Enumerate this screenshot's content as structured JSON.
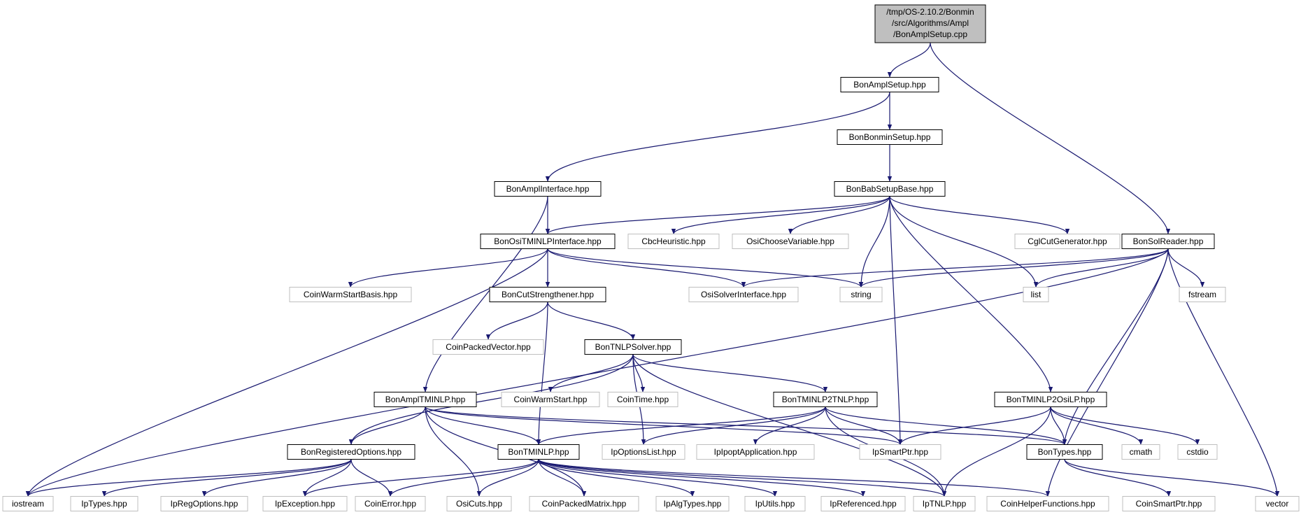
{
  "graph": {
    "root": {
      "lines": [
        "/tmp/OS-2.10.2/Bonmin",
        "/src/Algorithms/Ampl",
        "/BonAmplSetup.cpp"
      ]
    },
    "style": {
      "edge_color": "#191970",
      "root_fill": "#bfbfbf",
      "box_border_dark": "#000000",
      "box_border_light": "#bfbfbf"
    },
    "nodes": [
      {
        "id": "amplsetup",
        "label": "BonAmplSetup.hpp",
        "doc": true
      },
      {
        "id": "bonminsetup",
        "label": "BonBonminSetup.hpp",
        "doc": true
      },
      {
        "id": "amplinterface",
        "label": "BonAmplInterface.hpp",
        "doc": true
      },
      {
        "id": "babsetupbase",
        "label": "BonBabSetupBase.hpp",
        "doc": true
      },
      {
        "id": "ositminlpinterface",
        "label": "BonOsiTMINLPInterface.hpp",
        "doc": true
      },
      {
        "id": "cbcheuristic",
        "label": "CbcHeuristic.hpp",
        "doc": false
      },
      {
        "id": "osichoosevariable",
        "label": "OsiChooseVariable.hpp",
        "doc": false
      },
      {
        "id": "cglcutgenerator",
        "label": "CglCutGenerator.hpp",
        "doc": false
      },
      {
        "id": "solreader",
        "label": "BonSolReader.hpp",
        "doc": true
      },
      {
        "id": "coinwarmstartbasis",
        "label": "CoinWarmStartBasis.hpp",
        "doc": false
      },
      {
        "id": "cutstrengthener",
        "label": "BonCutStrengthener.hpp",
        "doc": true
      },
      {
        "id": "osisolverinterface",
        "label": "OsiSolverInterface.hpp",
        "doc": false
      },
      {
        "id": "string",
        "label": "string",
        "doc": false
      },
      {
        "id": "list",
        "label": "list",
        "doc": false
      },
      {
        "id": "fstream",
        "label": "fstream",
        "doc": false
      },
      {
        "id": "coinpackedvector",
        "label": "CoinPackedVector.hpp",
        "doc": false
      },
      {
        "id": "tnlpsolver",
        "label": "BonTNLPSolver.hpp",
        "doc": true
      },
      {
        "id": "coinwarmstart",
        "label": "CoinWarmStart.hpp",
        "doc": false
      },
      {
        "id": "cointime",
        "label": "CoinTime.hpp",
        "doc": false
      },
      {
        "id": "ampltminlp",
        "label": "BonAmplTMINLP.hpp",
        "doc": true
      },
      {
        "id": "tminlp2tnlp",
        "label": "BonTMINLP2TNLP.hpp",
        "doc": true
      },
      {
        "id": "tminlp2osilp",
        "label": "BonTMINLP2OsiLP.hpp",
        "doc": true
      },
      {
        "id": "registeredoptions",
        "label": "BonRegisteredOptions.hpp",
        "doc": true
      },
      {
        "id": "tminlp",
        "label": "BonTMINLP.hpp",
        "doc": true
      },
      {
        "id": "ipoptionslist",
        "label": "IpOptionsList.hpp",
        "doc": false
      },
      {
        "id": "ipipoptapplication",
        "label": "IpIpoptApplication.hpp",
        "doc": false
      },
      {
        "id": "ipsmartptr",
        "label": "IpSmartPtr.hpp",
        "doc": false
      },
      {
        "id": "bontypes",
        "label": "BonTypes.hpp",
        "doc": true
      },
      {
        "id": "cmath",
        "label": "cmath",
        "doc": false
      },
      {
        "id": "cstdio",
        "label": "cstdio",
        "doc": false
      },
      {
        "id": "iostream",
        "label": "iostream",
        "doc": false
      },
      {
        "id": "iptypes",
        "label": "IpTypes.hpp",
        "doc": false
      },
      {
        "id": "ipregoptions",
        "label": "IpRegOptions.hpp",
        "doc": false
      },
      {
        "id": "ipexception",
        "label": "IpException.hpp",
        "doc": false
      },
      {
        "id": "coinerror",
        "label": "CoinError.hpp",
        "doc": false
      },
      {
        "id": "osicuts",
        "label": "OsiCuts.hpp",
        "doc": false
      },
      {
        "id": "coinpackedmatrix",
        "label": "CoinPackedMatrix.hpp",
        "doc": false
      },
      {
        "id": "ipalgtypes",
        "label": "IpAlgTypes.hpp",
        "doc": false
      },
      {
        "id": "iputils",
        "label": "IpUtils.hpp",
        "doc": false
      },
      {
        "id": "ipreferenced",
        "label": "IpReferenced.hpp",
        "doc": false
      },
      {
        "id": "iptnlp",
        "label": "IpTNLP.hpp",
        "doc": false
      },
      {
        "id": "coinhelperfunctions",
        "label": "CoinHelperFunctions.hpp",
        "doc": false
      },
      {
        "id": "coinsmartptr",
        "label": "CoinSmartPtr.hpp",
        "doc": false
      },
      {
        "id": "vector",
        "label": "vector",
        "doc": false
      }
    ],
    "edges": [
      [
        "root",
        "amplsetup"
      ],
      [
        "root",
        "solreader"
      ],
      [
        "amplsetup",
        "bonminsetup"
      ],
      [
        "amplsetup",
        "amplinterface"
      ],
      [
        "bonminsetup",
        "babsetupbase"
      ],
      [
        "amplinterface",
        "ositminlpinterface"
      ],
      [
        "amplinterface",
        "ampltminlp"
      ],
      [
        "babsetupbase",
        "ositminlpinterface"
      ],
      [
        "babsetupbase",
        "cbcheuristic"
      ],
      [
        "babsetupbase",
        "osichoosevariable"
      ],
      [
        "babsetupbase",
        "cglcutgenerator"
      ],
      [
        "babsetupbase",
        "string"
      ],
      [
        "babsetupbase",
        "list"
      ],
      [
        "babsetupbase",
        "ipsmartptr"
      ],
      [
        "babsetupbase",
        "tminlp2osilp"
      ],
      [
        "ositminlpinterface",
        "coinwarmstartbasis"
      ],
      [
        "ositminlpinterface",
        "cutstrengthener"
      ],
      [
        "ositminlpinterface",
        "osisolverinterface"
      ],
      [
        "ositminlpinterface",
        "string"
      ],
      [
        "ositminlpinterface",
        "iostream"
      ],
      [
        "solreader",
        "osisolverinterface"
      ],
      [
        "solreader",
        "string"
      ],
      [
        "solreader",
        "list"
      ],
      [
        "solreader",
        "fstream"
      ],
      [
        "solreader",
        "bontypes"
      ],
      [
        "solreader",
        "vector"
      ],
      [
        "solreader",
        "coinhelperfunctions"
      ],
      [
        "solreader",
        "iostream"
      ],
      [
        "cutstrengthener",
        "coinpackedvector"
      ],
      [
        "cutstrengthener",
        "tnlpsolver"
      ],
      [
        "cutstrengthener",
        "tminlp"
      ],
      [
        "tnlpsolver",
        "coinwarmstart"
      ],
      [
        "tnlpsolver",
        "cointime"
      ],
      [
        "tnlpsolver",
        "tminlp2tnlp"
      ],
      [
        "tnlpsolver",
        "registeredoptions"
      ],
      [
        "tnlpsolver",
        "ipoptionslist"
      ],
      [
        "tnlpsolver",
        "iptnlp"
      ],
      [
        "ampltminlp",
        "registeredoptions"
      ],
      [
        "ampltminlp",
        "tminlp"
      ],
      [
        "ampltminlp",
        "ipsmartptr"
      ],
      [
        "ampltminlp",
        "bontypes"
      ],
      [
        "ampltminlp",
        "osicuts"
      ],
      [
        "ampltminlp",
        "coinpackedmatrix"
      ],
      [
        "tminlp2tnlp",
        "tminlp"
      ],
      [
        "tminlp2tnlp",
        "ipoptionslist"
      ],
      [
        "tminlp2tnlp",
        "ipipoptapplication"
      ],
      [
        "tminlp2tnlp",
        "ipsmartptr"
      ],
      [
        "tminlp2tnlp",
        "bontypes"
      ],
      [
        "tminlp2tnlp",
        "iptnlp"
      ],
      [
        "tminlp2osilp",
        "ipsmartptr"
      ],
      [
        "tminlp2osilp",
        "bontypes"
      ],
      [
        "tminlp2osilp",
        "cmath"
      ],
      [
        "tminlp2osilp",
        "cstdio"
      ],
      [
        "tminlp2osilp",
        "iptnlp"
      ],
      [
        "registeredoptions",
        "iostream"
      ],
      [
        "registeredoptions",
        "iptypes"
      ],
      [
        "registeredoptions",
        "ipregoptions"
      ],
      [
        "registeredoptions",
        "ipexception"
      ],
      [
        "registeredoptions",
        "coinerror"
      ],
      [
        "tminlp",
        "ipexception"
      ],
      [
        "tminlp",
        "coinerror"
      ],
      [
        "tminlp",
        "osicuts"
      ],
      [
        "tminlp",
        "coinpackedmatrix"
      ],
      [
        "tminlp",
        "ipalgtypes"
      ],
      [
        "tminlp",
        "iputils"
      ],
      [
        "tminlp",
        "ipreferenced"
      ],
      [
        "tminlp",
        "iptnlp"
      ],
      [
        "tminlp",
        "coinhelperfunctions"
      ],
      [
        "bontypes",
        "coinsmartptr"
      ],
      [
        "bontypes",
        "vector"
      ]
    ]
  }
}
